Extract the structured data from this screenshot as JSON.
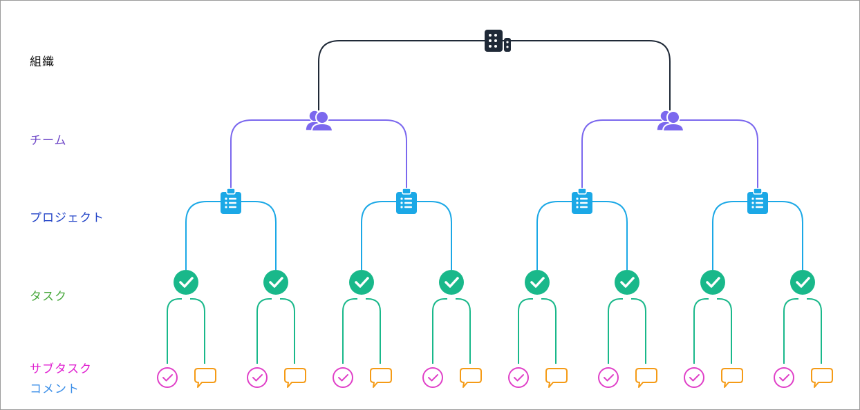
{
  "labels": {
    "organization": "組織",
    "team": "チーム",
    "project": "プロジェクト",
    "task": "タスク",
    "subtask": "サブタスク",
    "comment": "コメント"
  },
  "colors": {
    "organization": "#1f2937",
    "team": "#7b68ee",
    "project": "#1ba8e6",
    "task": "#19b88a",
    "subtask": "#e040c8",
    "comment": "#f59b16",
    "label_organization": "#111111",
    "label_team": "#6f48c8",
    "label_project": "#2546c8",
    "label_task": "#48a83c",
    "label_subtask": "#e020d0",
    "label_comment": "#3a8ee8"
  },
  "icons": {
    "organization": "building-icon",
    "team": "team-icon",
    "project": "clipboard-icon",
    "task": "check-circle-icon",
    "subtask": "check-circle-outline-icon",
    "comment": "speech-bubble-icon"
  },
  "tree": {
    "teams": 2,
    "projects_per_team": 2,
    "tasks_per_project": 2,
    "children_per_task": [
      "subtask",
      "comment"
    ]
  }
}
